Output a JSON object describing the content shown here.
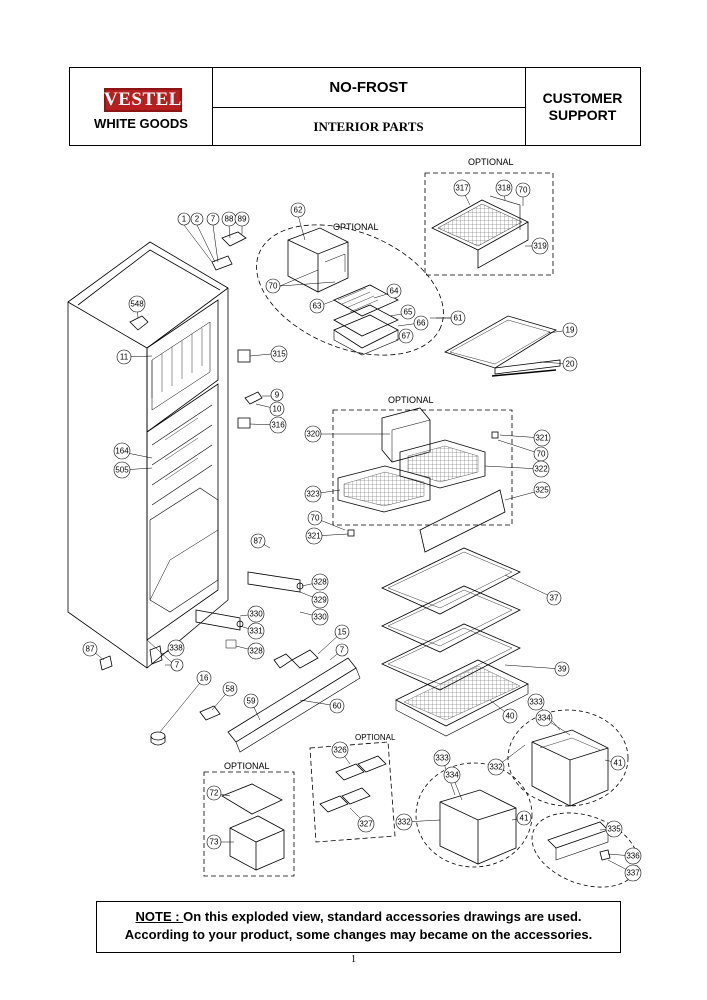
{
  "header": {
    "logo_text": "VESTEL",
    "brand_sub": "WHITE GOODS",
    "title": "NO-FROST",
    "subtitle": "INTERIOR PARTS",
    "dept_line1": "CUSTOMER",
    "dept_line2": "SUPPORT"
  },
  "optional_labels": {
    "top_right": "OPTIONAL",
    "ice_tray": "OPTIONAL",
    "chiller": "OPTIONAL",
    "egg_tray": "OPTIONAL",
    "bottle_box": "OPTIONAL"
  },
  "callouts": {
    "c1": "1",
    "c2": "2",
    "c7a": "7",
    "c88": "88",
    "c89": "89",
    "c62": "62",
    "c70a": "70",
    "c63": "63",
    "c64": "64",
    "c65": "65",
    "c66": "66",
    "c67": "67",
    "c61": "61",
    "c317": "317",
    "c318": "318",
    "c70b": "70",
    "c319": "319",
    "c19": "19",
    "c20": "20",
    "c548": "548",
    "c11": "11",
    "c315": "315",
    "c9": "9",
    "c10": "10",
    "c316": "316",
    "c164": "164",
    "c505": "505",
    "c320": "320",
    "c321a": "321",
    "c70c": "70",
    "c322": "322",
    "c323": "323",
    "c325": "325",
    "c70d": "70",
    "c321b": "321",
    "c87a": "87",
    "c328a": "328",
    "c329": "329",
    "c330a": "330",
    "c330b": "330",
    "c331": "331",
    "c328b": "328",
    "c15": "15",
    "c7b": "7",
    "c87b": "87",
    "c338": "338",
    "c7c": "7",
    "c16": "16",
    "c58": "58",
    "c59": "59",
    "c60": "60",
    "c37": "37",
    "c39": "39",
    "c40": "40",
    "c333a": "333",
    "c334a": "334",
    "c41a": "41",
    "c326": "326",
    "c327": "327",
    "c333b": "333",
    "c334b": "334",
    "c332a": "332",
    "c332b": "332",
    "c41b": "41",
    "c72": "72",
    "c73": "73",
    "c335": "335",
    "c336": "336",
    "c337": "337"
  },
  "note": {
    "lead": "NOTE : ",
    "line1": " On this exploded view, standard accessories drawings are used.",
    "line2": "According to your product, some changes may became on the accessories."
  },
  "page_number": "1"
}
